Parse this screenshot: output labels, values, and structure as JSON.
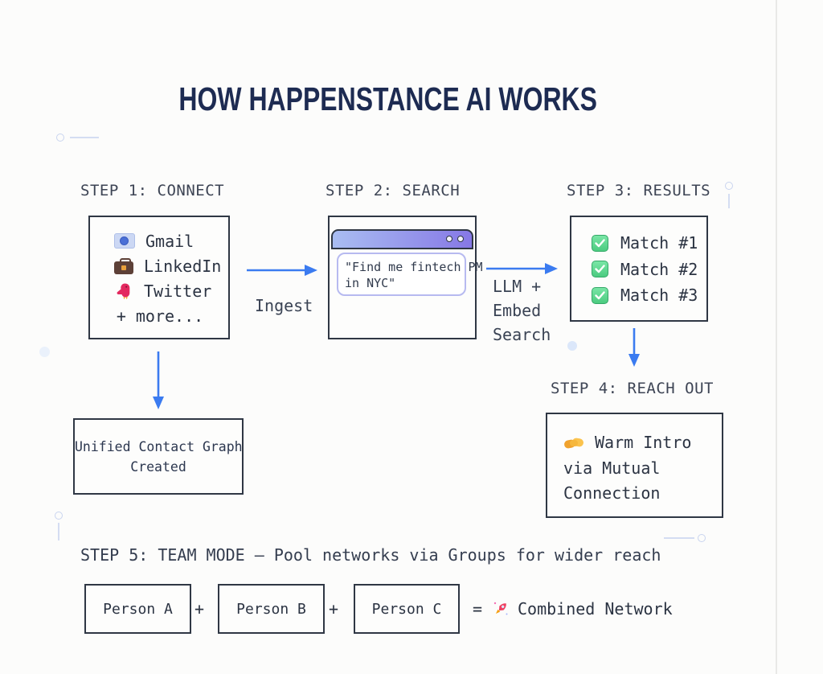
{
  "title": "HOW HAPPENSTANCE AI WORKS",
  "step1": {
    "label": "STEP 1: CONNECT",
    "items": [
      {
        "icon": "gmail-icon",
        "label": "Gmail"
      },
      {
        "icon": "linkedin-icon",
        "label": "LinkedIn"
      },
      {
        "icon": "twitter-icon",
        "label": "Twitter"
      }
    ],
    "more": "+ more..."
  },
  "step2": {
    "label": "STEP 2: SEARCH",
    "query_lines": [
      "\"Find me fintech PM",
      "in NYC\""
    ]
  },
  "step3": {
    "label": "STEP 3: RESULTS",
    "matches": [
      "Match #1",
      "Match #2",
      "Match #3"
    ]
  },
  "step4": {
    "label": "STEP 4: REACH OUT",
    "lines": [
      "Warm Intro",
      "via Mutual",
      "Connection"
    ]
  },
  "unified": {
    "lines": [
      "Unified Contact Graph",
      "Created"
    ]
  },
  "step5": {
    "label": "STEP 5: TEAM MODE — Pool networks via Groups for wider reach",
    "persons": [
      "Person A",
      "Person B",
      "Person C"
    ],
    "plus": "+",
    "equals": "=",
    "result": "Combined Network"
  },
  "flow_labels": {
    "ingest": "Ingest",
    "llm_lines": [
      "LLM +",
      "Embed",
      "Search"
    ]
  },
  "colors": {
    "title_navy": "#1d2b52",
    "accent_blue": "#3b7bf0",
    "border_dark": "#2f3744",
    "check_green": "#4ccb80",
    "bar_gradient_start": "#a9bdf2",
    "bar_gradient_end": "#8678e6",
    "query_border": "#b7baf0",
    "decor_blue": "#ccd7f1"
  }
}
